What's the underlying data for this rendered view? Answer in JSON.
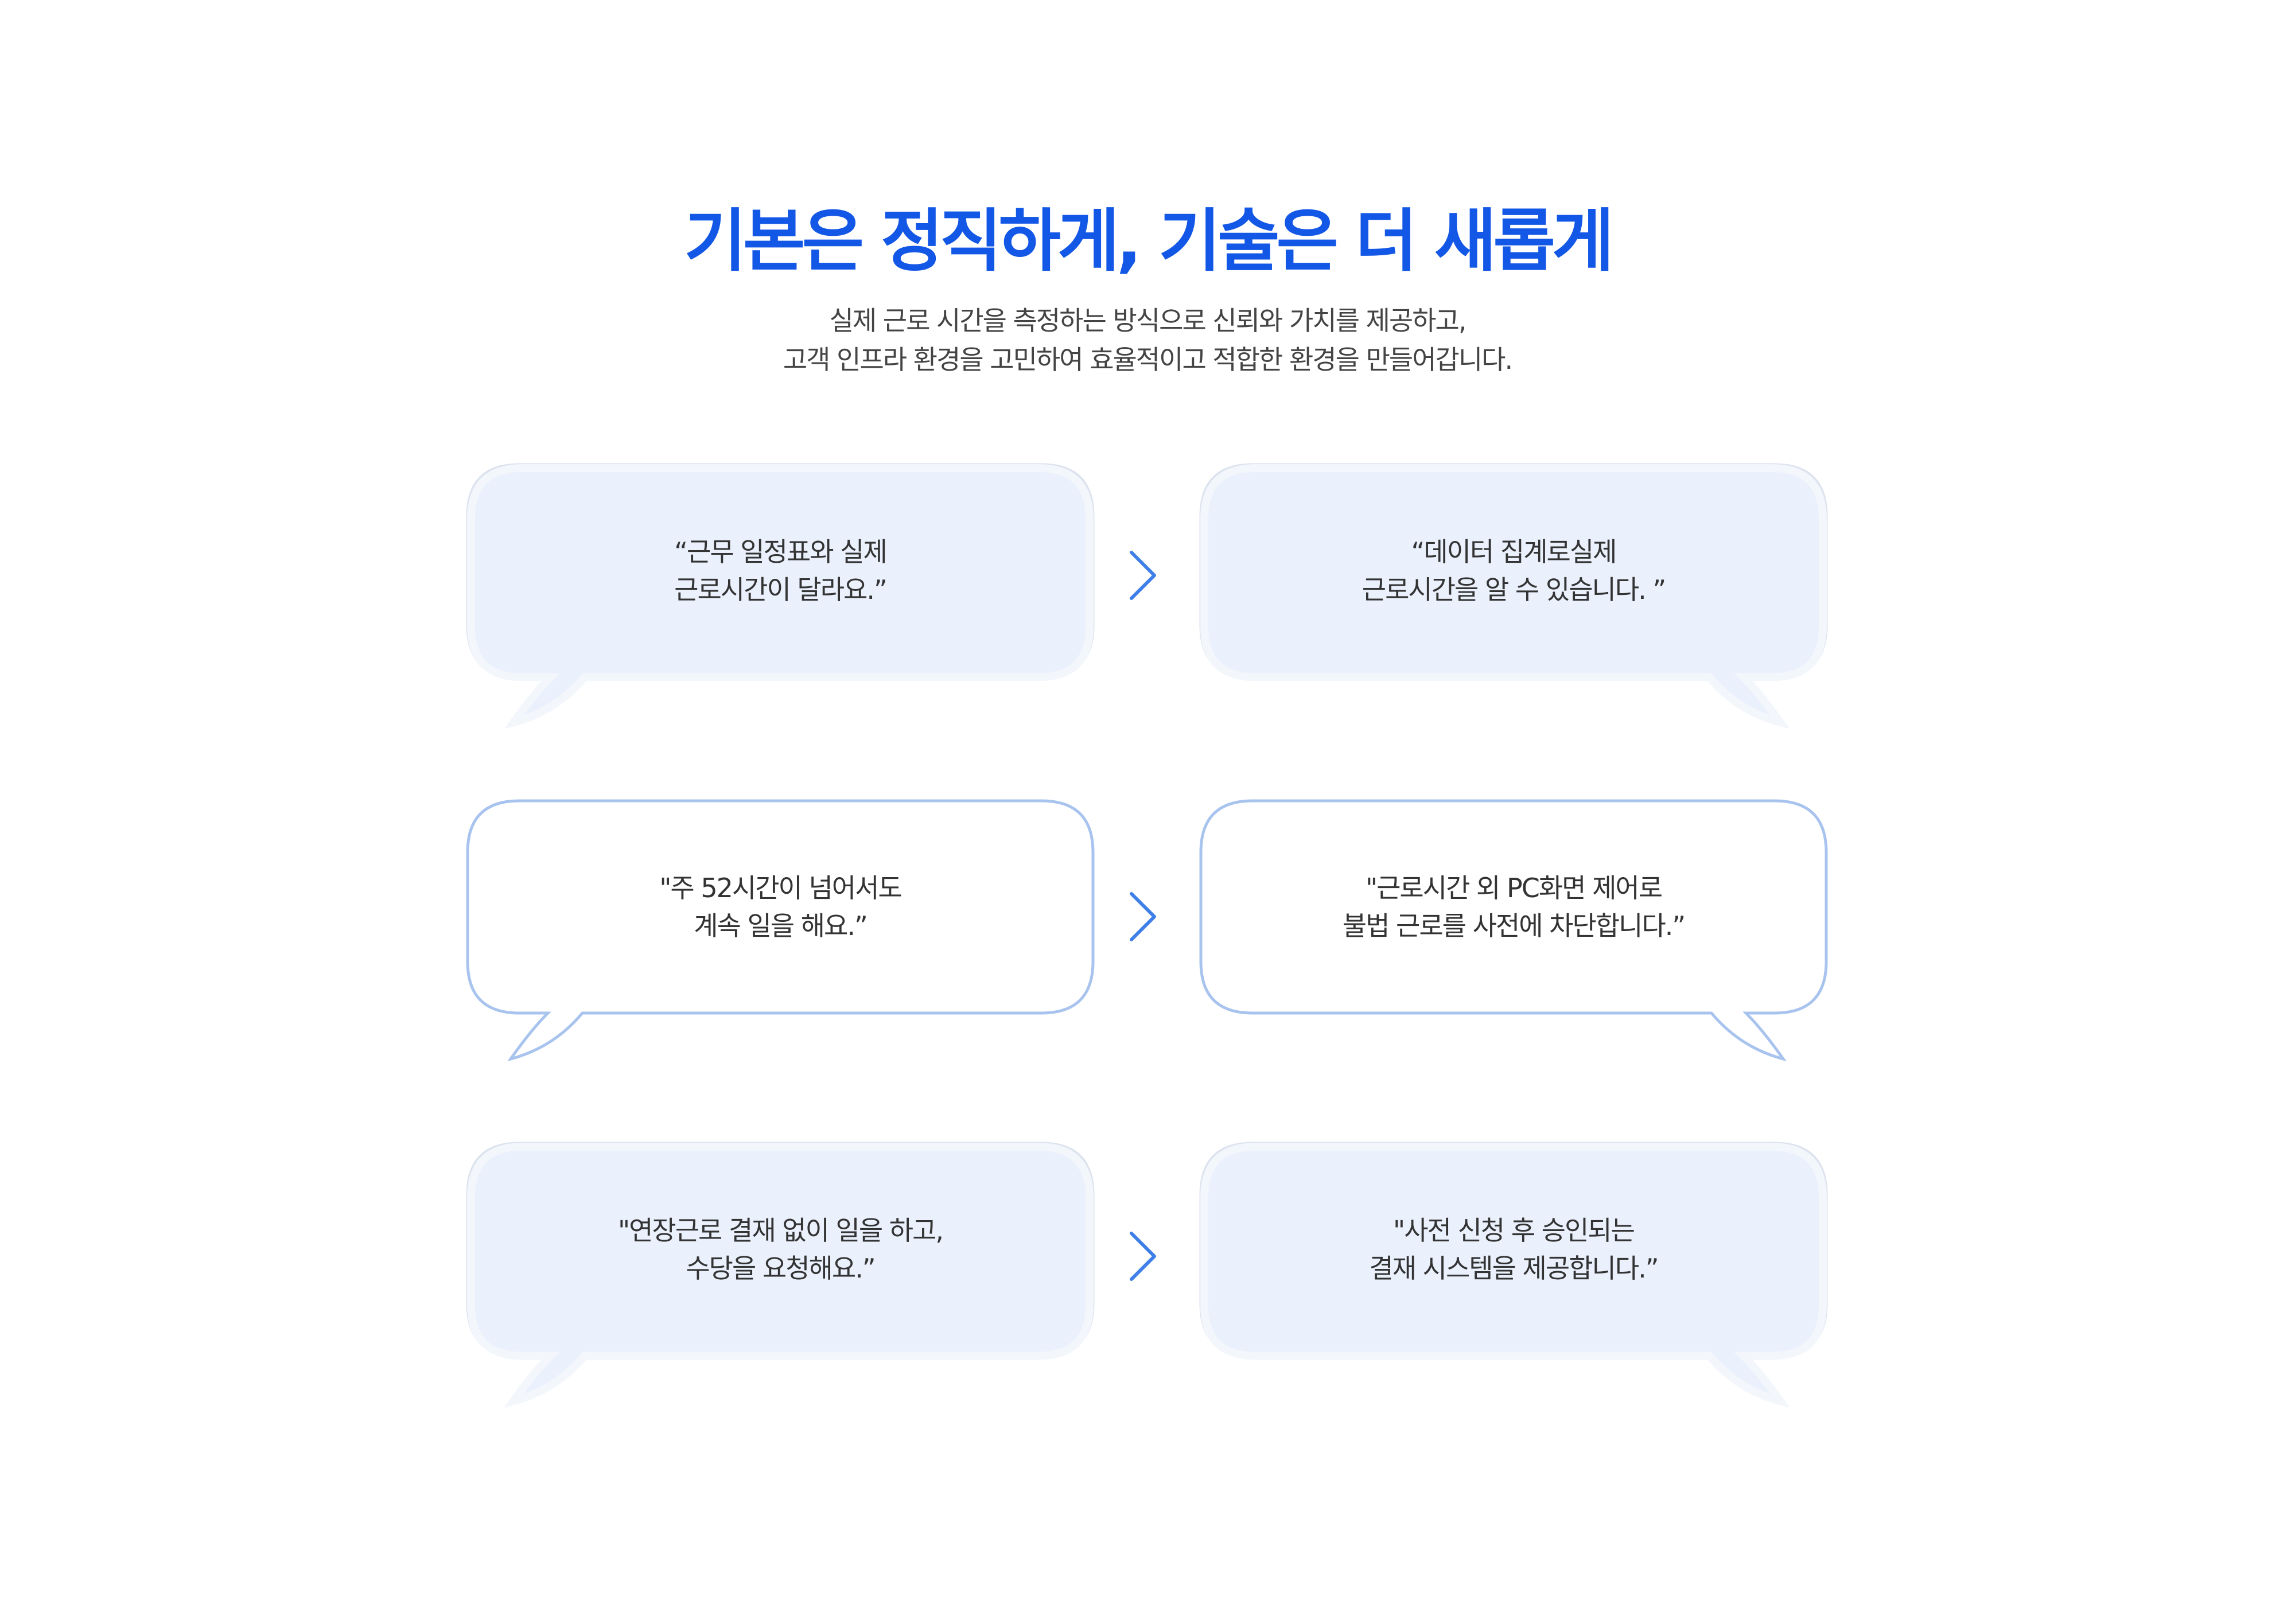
{
  "header": {
    "title": "기본은 정직하게, 기술은 더 새롭게",
    "subtitle_line1": "실제 근로 시간을 측정하는 방식으로 신뢰와 가치를 제공하고,",
    "subtitle_line2": "고객 인프라 환경을 고민하여 효율적이고 적합한 환경을 만들어갑니다."
  },
  "rows": [
    {
      "problem": {
        "line1": "“근무 일정표와 실제",
        "line2": "근로시간이 달라요.”"
      },
      "solution": {
        "line1": "“데이터 집계로실제",
        "line2": "근로시간을 알 수 있습니다. ”"
      }
    },
    {
      "problem": {
        "line1": "\"주 52시간이 넘어서도",
        "line2": "계속 일을 해요.”"
      },
      "solution": {
        "line1": "\"근로시간 외 PC화면 제어로",
        "line2": "불법 근로를 사전에 차단합니다.”"
      }
    },
    {
      "problem": {
        "line1": "\"연장근로 결재 없이 일을 하고,",
        "line2": "수당을 요청해요.”"
      },
      "solution": {
        "line1": "\"사전 신청 후 승인되는",
        "line2": "결재 시스템을 제공합니다.”"
      }
    }
  ],
  "icons": {
    "arrow": "chevron-right-icon",
    "bubble": "speech-bubble"
  },
  "colors": {
    "title": "#1357e6",
    "subtitle": "#444444",
    "bubble_text": "#333333",
    "filled_bubble": "#eaf1fd",
    "filled_bubble_edge": "#dde3ee",
    "outline_bubble_stroke": "#a8c4ee",
    "arrow": "#3f7fe8"
  }
}
